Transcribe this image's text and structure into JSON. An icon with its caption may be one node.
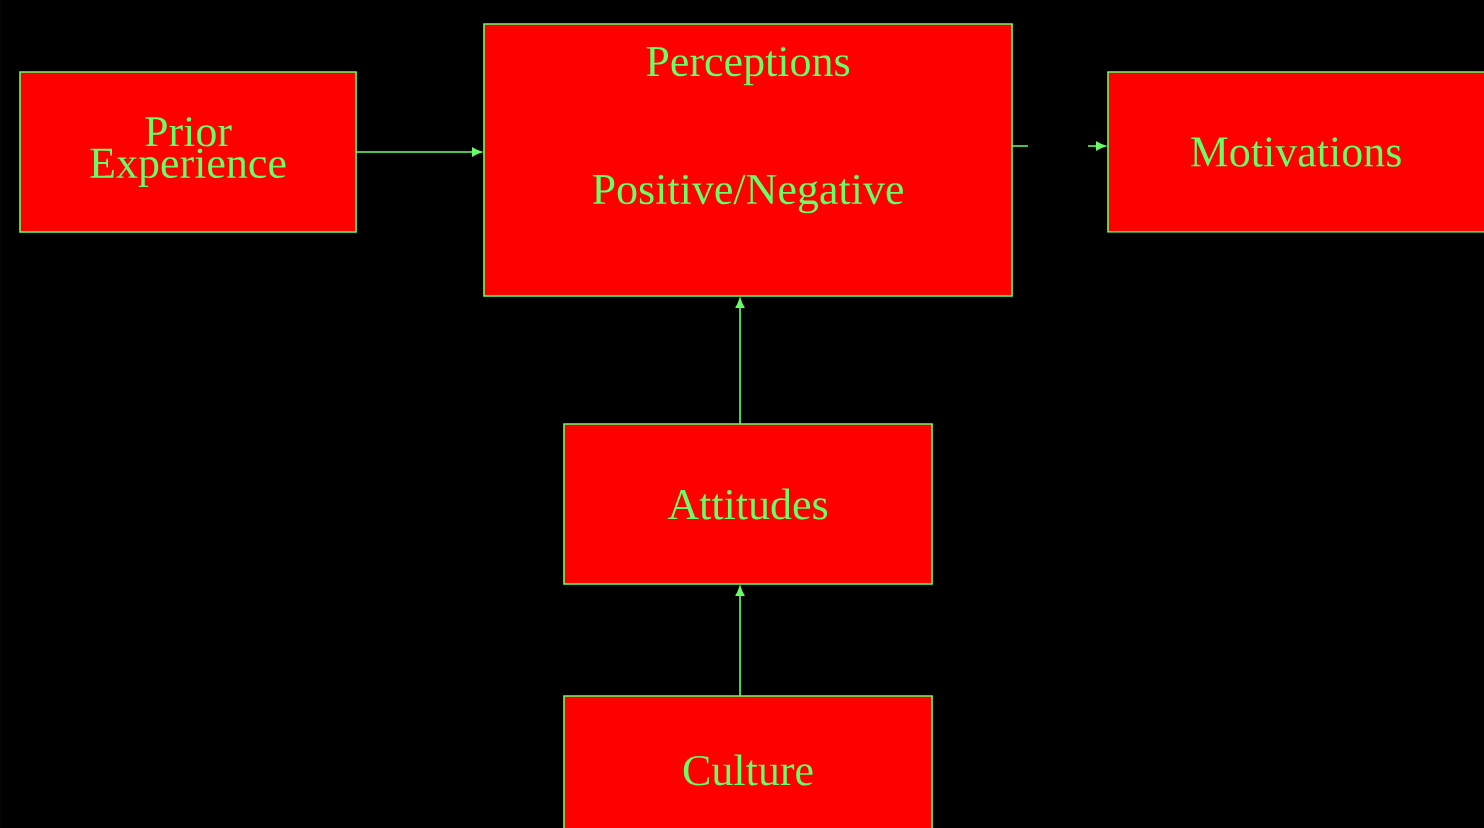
{
  "diagram": {
    "nodes": [
      {
        "text": [
          "Prior Experience"
        ]
      },
      {
        "text": [
          "Perceptions",
          "Positive/Negative"
        ]
      },
      {
        "text": [
          "Motivations"
        ]
      },
      {
        "text": [
          "Attitudes"
        ]
      },
      {
        "text": [
          "Culture"
        ]
      }
    ],
    "edges": [
      {
        "from": 0,
        "to": 1,
        "arrow": "to"
      },
      {
        "from": 1,
        "to": 2,
        "arrow": "to",
        "style": "dashed"
      },
      {
        "from": 3,
        "to": 1,
        "arrow": "to"
      },
      {
        "from": 4,
        "to": 3,
        "arrow": "to"
      }
    ]
  }
}
